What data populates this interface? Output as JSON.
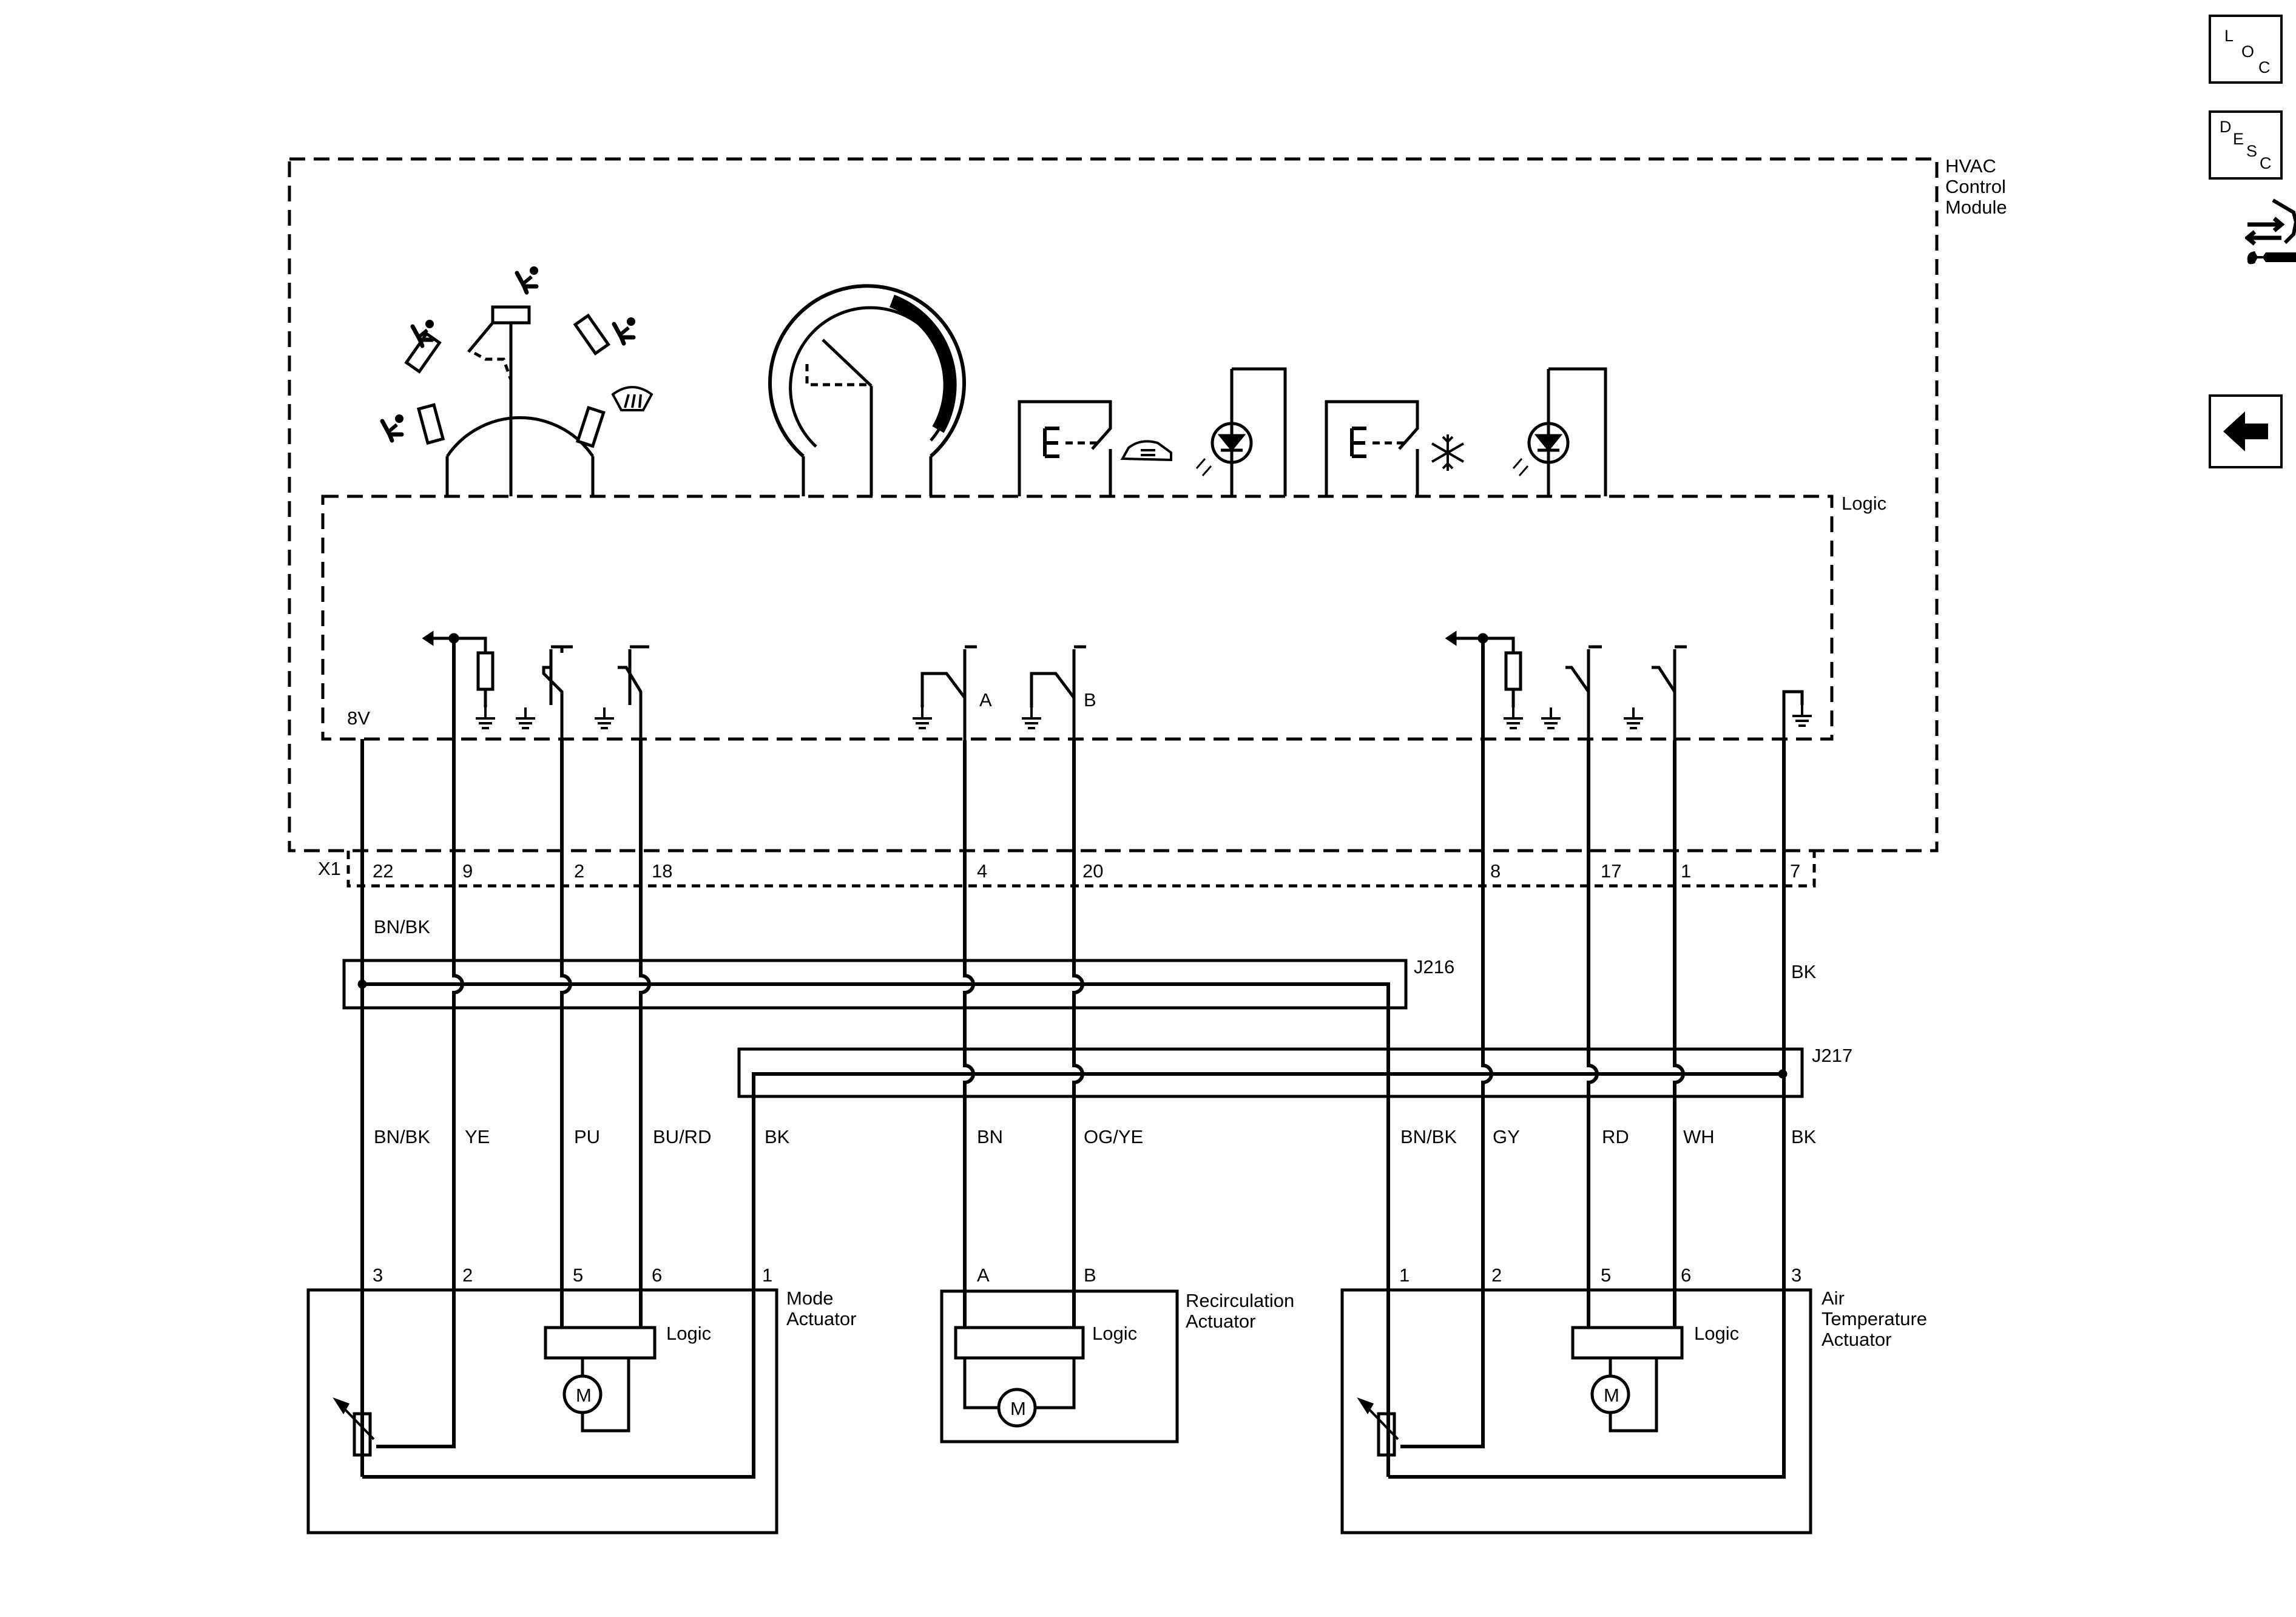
{
  "sidebar": {
    "loc": {
      "l1": "L",
      "l2": "O",
      "l3": "C"
    },
    "desc": {
      "l1": "D",
      "l2": "E",
      "l3": "S",
      "l4": "C"
    }
  },
  "module": {
    "title": [
      "HVAC",
      "Control",
      "Module"
    ],
    "logic": "Logic"
  },
  "labels": {
    "v8": "8V",
    "connector": "X1",
    "sw_a": "A",
    "sw_b": "B",
    "j216": "J216",
    "j217": "J217",
    "logic": "Logic",
    "motor": "M"
  },
  "pins": {
    "x1": [
      "22",
      "9",
      "2",
      "18",
      "4",
      "20",
      "8",
      "17",
      "1",
      "7"
    ],
    "mode": [
      "3",
      "2",
      "5",
      "6",
      "1"
    ],
    "recirc": [
      "A",
      "B"
    ],
    "air": [
      "1",
      "2",
      "5",
      "6",
      "3"
    ]
  },
  "wires_top": {
    "bnbk": "BN/BK",
    "bk": "BK"
  },
  "wires": [
    "BN/BK",
    "YE",
    "PU",
    "BU/RD",
    "BK",
    "BN",
    "OG/YE",
    "BN/BK",
    "GY",
    "RD",
    "WH",
    "BK"
  ],
  "actuators": {
    "mode": [
      "Mode",
      "Actuator"
    ],
    "recirc": [
      "Recirculation",
      "Actuator"
    ],
    "air": [
      "Air",
      "Temperature",
      "Actuator"
    ]
  }
}
